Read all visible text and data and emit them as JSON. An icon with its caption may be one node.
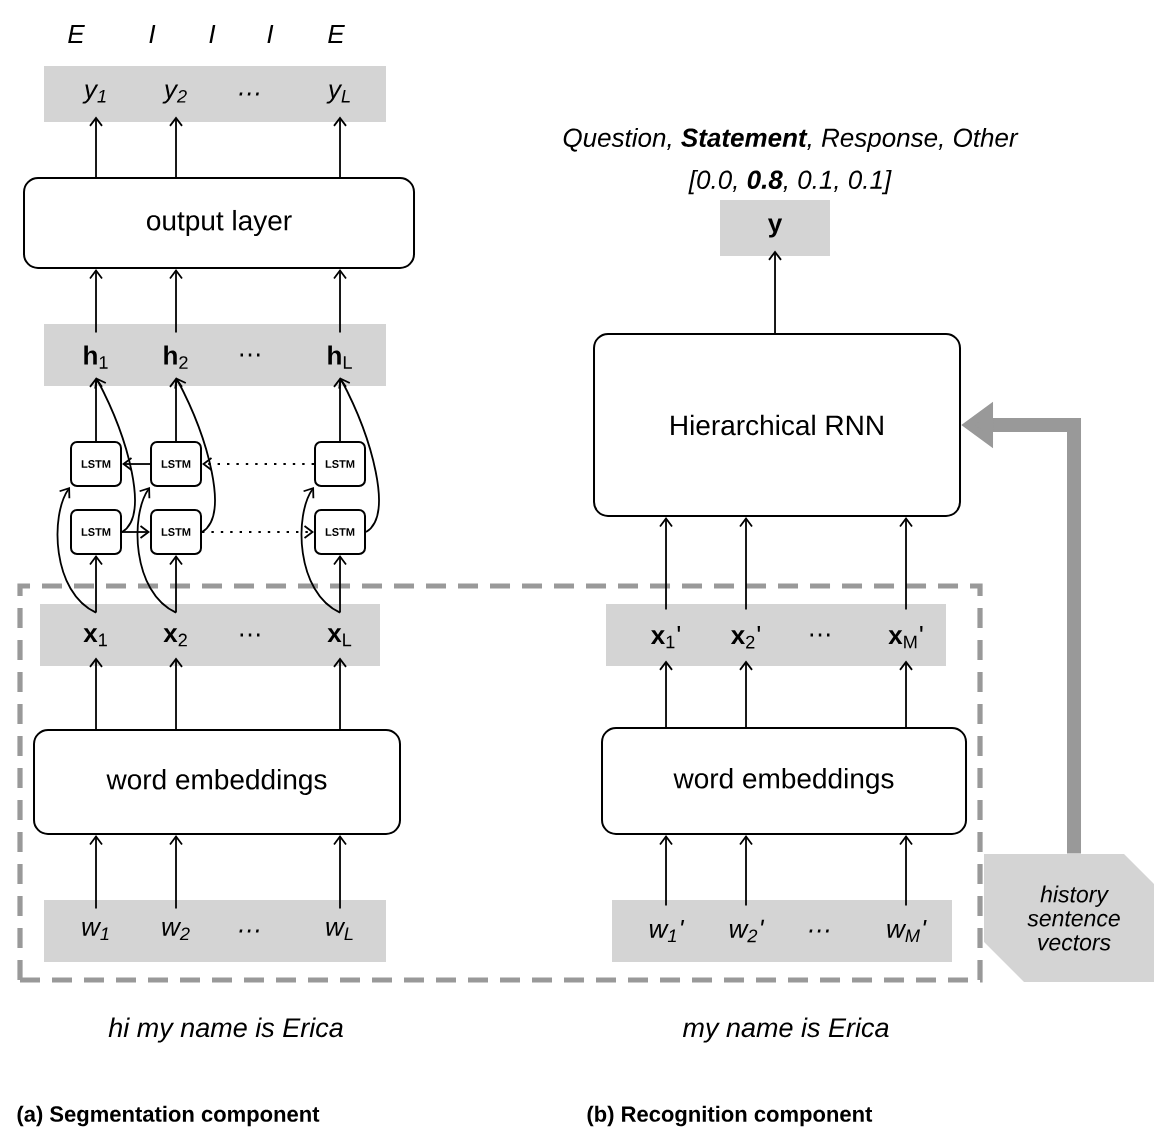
{
  "diagram": {
    "nodes": [
      {
        "text": [],
        "shape": "box"
      },
      {
        "text": [],
        "shape": "bar"
      },
      {
        "text": [
          "y$_{1}$"
        ],
        "in": 1
      },
      {
        "text": [
          "y$_{2}$"
        ],
        "in": 1
      },
      {
        "text": [
          "…"
        ],
        "in": 1
      },
      {
        "text": [
          "y$_{L}$"
        ],
        "in": 1
      },
      {
        "text": [
          "output layer"
        ]
      },
      {
        "text": [],
        "shape": "bar"
      },
      {
        "text": [
          "**h**$_{1}$"
        ],
        "in": 7
      },
      {
        "text": [
          "**h**$_{2}$"
        ],
        "in": 7
      },
      {
        "text": [
          "…"
        ],
        "in": 7
      },
      {
        "text": [
          "**h**$_{L}$"
        ],
        "in": 7
      },
      {
        "text": [
          "LSTM"
        ]
      },
      {
        "text": [
          "LSTM"
        ]
      },
      {
        "text": [
          "LSTM"
        ]
      },
      {
        "text": [
          "LSTM"
        ]
      },
      {
        "text": [
          "LSTM"
        ]
      },
      {
        "text": [
          "LSTM"
        ]
      },
      {
        "text": [],
        "shape": "bar",
        "in": 0
      },
      {
        "text": [
          "**x**$_{1}$"
        ],
        "in": 18
      },
      {
        "text": [
          "**x**$_{2}$"
        ],
        "in": 18
      },
      {
        "text": [
          "…"
        ],
        "in": 18
      },
      {
        "text": [
          "**x**$_{L}$"
        ],
        "in": 18
      },
      {
        "text": [
          "word embeddings"
        ],
        "in": 0
      },
      {
        "text": [],
        "shape": "bar",
        "in": 0
      },
      {
        "text": [
          "w$_{1}$"
        ],
        "in": 24
      },
      {
        "text": [
          "w$_{2}$"
        ],
        "in": 24
      },
      {
        "text": [
          "…"
        ],
        "in": 24
      },
      {
        "text": [
          "w$_{L}$"
        ],
        "in": 24
      },
      {
        "text": [],
        "shape": "bar"
      },
      {
        "text": [
          "y"
        ],
        "in": 29
      },
      {
        "text": [
          "Hierarchical RNN"
        ]
      },
      {
        "text": [],
        "shape": "bar",
        "in": 0
      },
      {
        "text": [
          "**x**$_{1}$'"
        ],
        "in": 32
      },
      {
        "text": [
          "**x**$_{2}$'"
        ],
        "in": 32
      },
      {
        "text": [
          "…"
        ],
        "in": 32
      },
      {
        "text": [
          "**x**$_{M}$'"
        ],
        "in": 32
      },
      {
        "text": [
          "word embeddings"
        ],
        "in": 0
      },
      {
        "text": [],
        "shape": "bar",
        "in": 0
      },
      {
        "text": [
          "w$_{1}$'"
        ],
        "in": 38
      },
      {
        "text": [
          "w$_{2}$'"
        ],
        "in": 38
      },
      {
        "text": [
          "…"
        ],
        "in": 38
      },
      {
        "text": [
          "w$_{M}$'"
        ],
        "in": 38
      },
      {
        "text": [
          "history sentence vectors"
        ]
      }
    ],
    "edges": [
      {
        "from": 6,
        "to": 2,
        "arrow": "to"
      },
      {
        "from": 6,
        "to": 3,
        "arrow": "to"
      },
      {
        "from": 6,
        "to": 5,
        "arrow": "to"
      },
      {
        "from": 8,
        "to": 6,
        "arrow": "to"
      },
      {
        "from": 9,
        "to": 6,
        "arrow": "to"
      },
      {
        "from": 11,
        "to": 6,
        "arrow": "to"
      },
      {
        "from": 12,
        "to": 8,
        "arrow": "to"
      },
      {
        "from": 13,
        "to": 9,
        "arrow": "to"
      },
      {
        "from": 14,
        "to": 11,
        "arrow": "to"
      },
      {
        "from": 15,
        "to": 8,
        "arrow": "to"
      },
      {
        "from": 16,
        "to": 9,
        "arrow": "to"
      },
      {
        "from": 17,
        "to": 11,
        "arrow": "to"
      },
      {
        "from": 13,
        "to": 12,
        "arrow": "to"
      },
      {
        "from": 14,
        "to": 13,
        "arrow": "to",
        "style": "dashed"
      },
      {
        "from": 15,
        "to": 16,
        "arrow": "to"
      },
      {
        "from": 16,
        "to": 17,
        "arrow": "to",
        "style": "dashed"
      },
      {
        "from": 19,
        "to": 15,
        "arrow": "to"
      },
      {
        "from": 20,
        "to": 16,
        "arrow": "to"
      },
      {
        "from": 22,
        "to": 17,
        "arrow": "to"
      },
      {
        "from": 19,
        "to": 12,
        "arrow": "to"
      },
      {
        "from": 20,
        "to": 13,
        "arrow": "to"
      },
      {
        "from": 22,
        "to": 14,
        "arrow": "to"
      },
      {
        "from": 23,
        "to": 19,
        "arrow": "to"
      },
      {
        "from": 23,
        "to": 20,
        "arrow": "to"
      },
      {
        "from": 23,
        "to": 22,
        "arrow": "to"
      },
      {
        "from": 25,
        "to": 23,
        "arrow": "to"
      },
      {
        "from": 26,
        "to": 23,
        "arrow": "to"
      },
      {
        "from": 28,
        "to": 23,
        "arrow": "to"
      },
      {
        "from": 31,
        "to": 30,
        "arrow": "to"
      },
      {
        "from": 33,
        "to": 31,
        "arrow": "to"
      },
      {
        "from": 34,
        "to": 31,
        "arrow": "to"
      },
      {
        "from": 36,
        "to": 31,
        "arrow": "to"
      },
      {
        "from": 37,
        "to": 33,
        "arrow": "to"
      },
      {
        "from": 37,
        "to": 34,
        "arrow": "to"
      },
      {
        "from": 37,
        "to": 36,
        "arrow": "to"
      },
      {
        "from": 39,
        "to": 37,
        "arrow": "to"
      },
      {
        "from": 40,
        "to": 37,
        "arrow": "to"
      },
      {
        "from": 42,
        "to": 37,
        "arrow": "to"
      },
      {
        "from": 43,
        "to": 31,
        "arrow": "to",
        "style": "thick",
        "color": "#999999"
      }
    ],
    "labels": [
      "E",
      "I",
      "I",
      "I",
      "E",
      "Question, **Statement**, Response, Other",
      "[0.0, **0.8**, 0.1, 0.1]",
      "hi my name is Erica",
      "my name is Erica",
      "(a) Segmentation component",
      "(b) Recognition component"
    ]
  }
}
